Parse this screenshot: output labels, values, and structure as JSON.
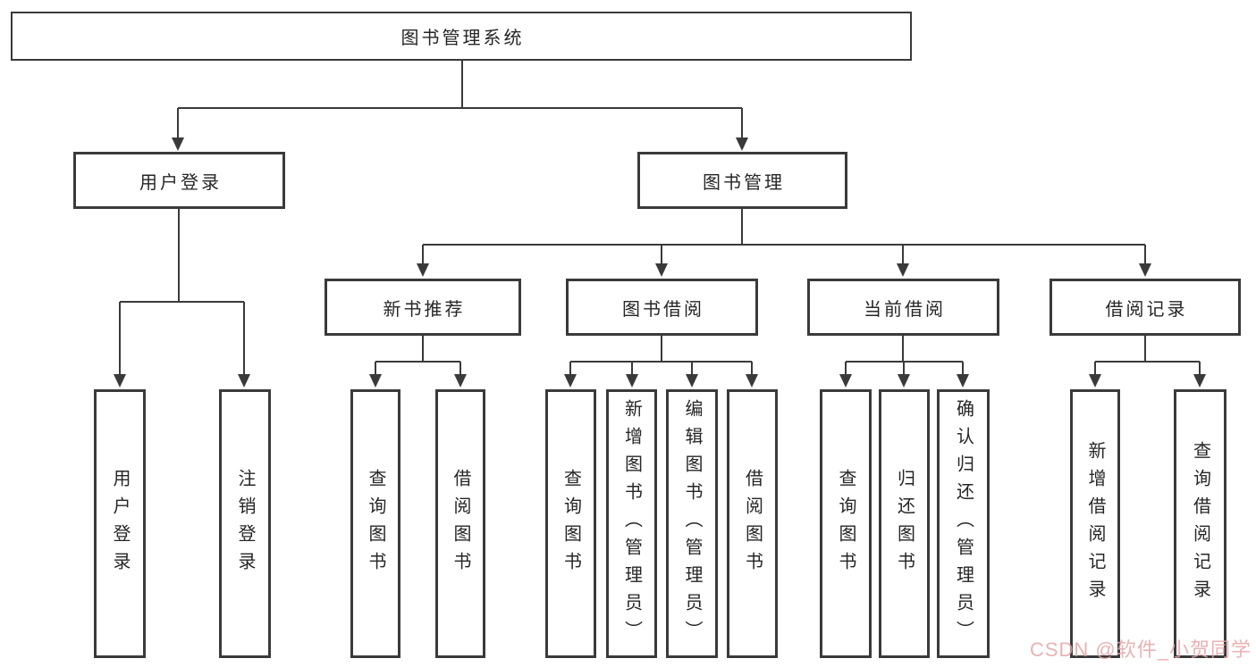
{
  "tree": {
    "root": "图书管理系统",
    "level2": {
      "user_login": "用户登录",
      "book_mgmt": "图书管理"
    },
    "level3": {
      "new_books": "新书推荐",
      "borrowing": "图书借阅",
      "current": "当前借阅",
      "records": "借阅记录"
    },
    "leaves": {
      "user_login": [
        "用户登录",
        "注销登录"
      ],
      "new_books": [
        "查询图书",
        "借阅图书"
      ],
      "borrowing": [
        "查询图书",
        "新增图书（管理员）",
        "编辑图书（管理员）",
        "借阅图书"
      ],
      "current": [
        "查询图书",
        "归还图书",
        "确认归还（管理员）"
      ],
      "records": [
        "新增借阅记录",
        "查询借阅记录"
      ]
    }
  },
  "watermark": {
    "text": "CSDN @软件_小贺同学",
    "color": "#e6a5a5"
  },
  "colors": {
    "line": "#3a3a3a",
    "text": "#262626",
    "background": "#ffffff"
  }
}
